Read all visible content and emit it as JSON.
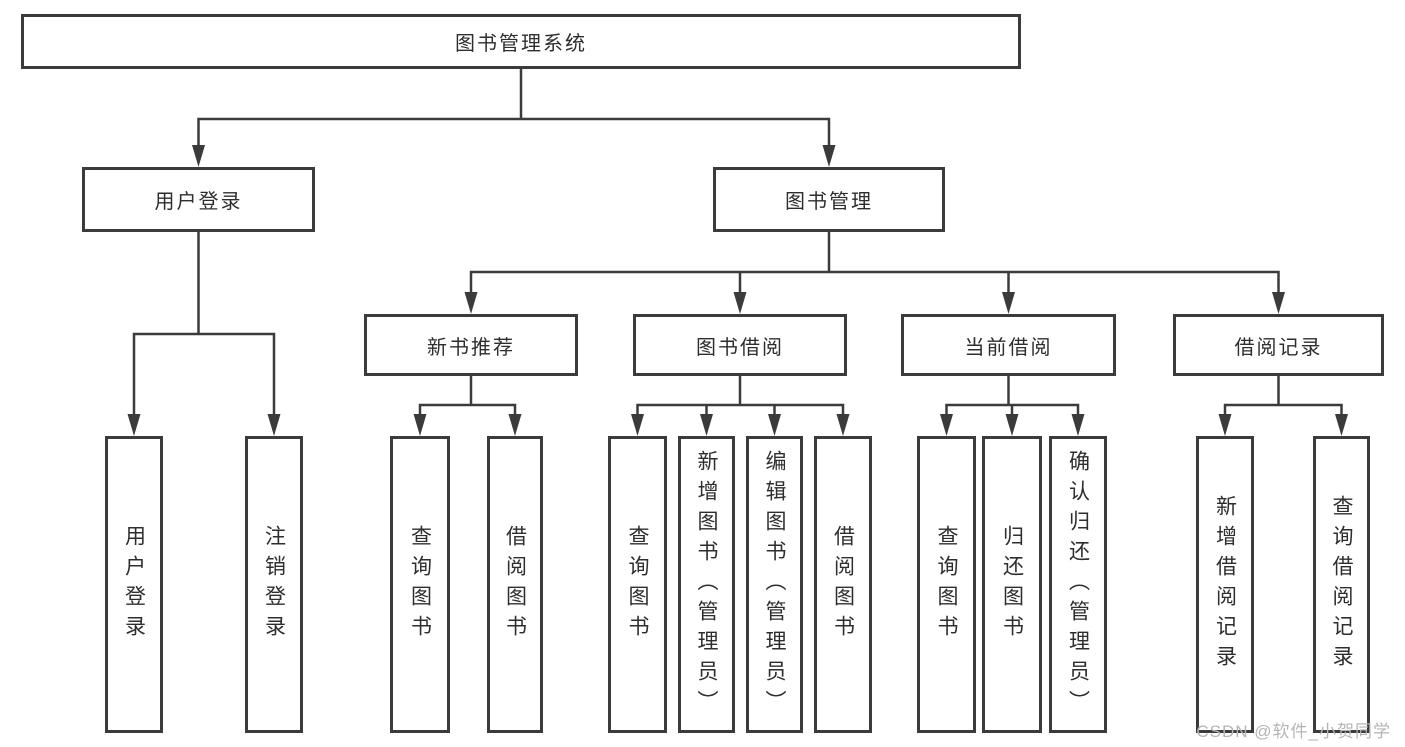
{
  "diagram_type": "hierarchy",
  "tree": {
    "label": "图书管理系统",
    "children": [
      {
        "label": "用户登录",
        "children": [
          {
            "label": "用户登录"
          },
          {
            "label": "注销登录"
          }
        ]
      },
      {
        "label": "图书管理",
        "children": [
          {
            "label": "新书推荐",
            "children": [
              {
                "label": "查询图书"
              },
              {
                "label": "借阅图书"
              }
            ]
          },
          {
            "label": "图书借阅",
            "children": [
              {
                "label": "查询图书"
              },
              {
                "label": "新增图书（管理员）"
              },
              {
                "label": "编辑图书（管理员）"
              },
              {
                "label": "借阅图书"
              }
            ]
          },
          {
            "label": "当前借阅",
            "children": [
              {
                "label": "查询图书"
              },
              {
                "label": "归还图书"
              },
              {
                "label": "确认归还（管理员）"
              }
            ]
          },
          {
            "label": "借阅记录",
            "children": [
              {
                "label": "新增借阅记录"
              },
              {
                "label": "查询借阅记录"
              }
            ]
          }
        ]
      }
    ]
  },
  "watermark": {
    "text": "CSDN @软件_小贺同学"
  },
  "colors": {
    "line": "#3b3b3b",
    "box_border": "#3b3b3b",
    "text": "#2e2e2e",
    "background": "#ffffff",
    "watermark": "#b5b5b5"
  }
}
